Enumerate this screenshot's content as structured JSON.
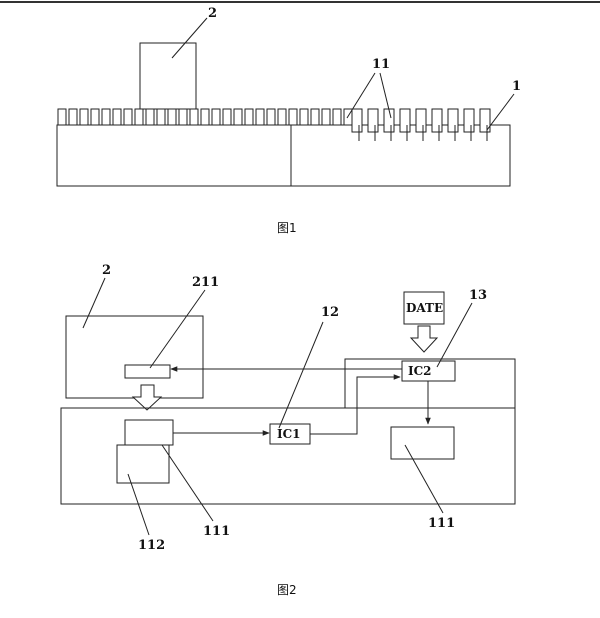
{
  "figure1": {
    "caption": "图1",
    "labels": {
      "conveyor": "1",
      "module": "2",
      "slots": "11"
    }
  },
  "figure2": {
    "caption": "图2",
    "labels": {
      "module": "2",
      "module_part": "211",
      "ic1_ref": "12",
      "ic2_ref": "13",
      "sub_a": "111",
      "sub_b": "112",
      "sub_c": "111"
    },
    "boxes": {
      "date": "DATE",
      "ic1": "IC1",
      "ic2": "IC2"
    }
  }
}
